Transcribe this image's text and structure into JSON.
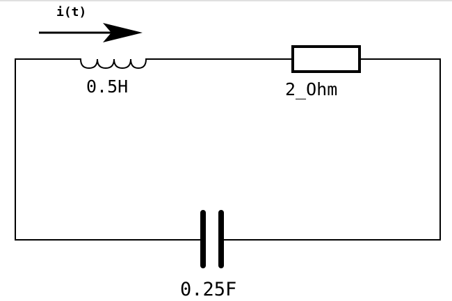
{
  "current": {
    "label": "i(t)"
  },
  "inductor": {
    "label": "0.5H"
  },
  "resistor": {
    "label": "2_Ohm"
  },
  "capacitor": {
    "label": "0.25F"
  },
  "colors": {
    "line": "#000000",
    "background": "#ffffff",
    "top_border": "#e0e0e0"
  }
}
